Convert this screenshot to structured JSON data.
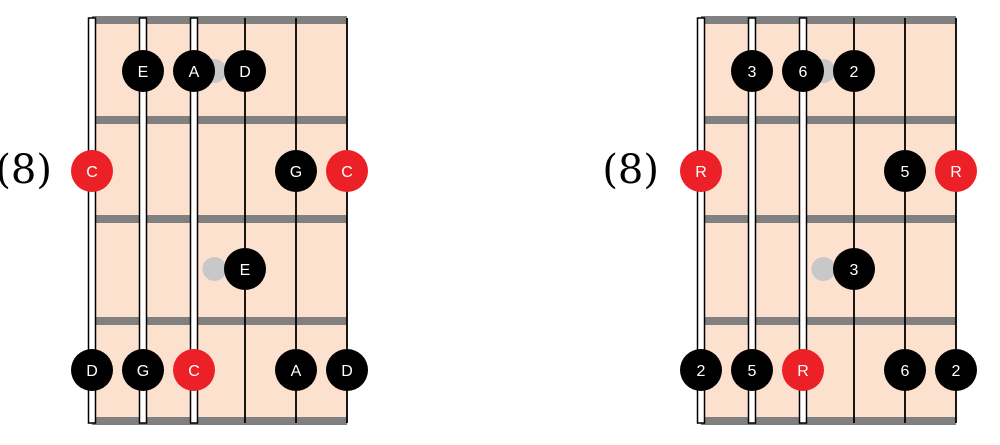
{
  "colors": {
    "fretboard": "#fde1cf",
    "fret": "#808080",
    "string": "#000000",
    "note_dot": "#000000",
    "root_dot": "#ec2027",
    "ghost_dot": "#c8c8c8",
    "dot_text": "#ffffff"
  },
  "diagrams": [
    {
      "fret_label": "(8)",
      "rows": [
        {
          "notes": [
            {
              "s": 2,
              "t": "E"
            },
            {
              "s": 3,
              "t": "A"
            },
            {
              "s": 4,
              "t": "D"
            }
          ],
          "ghosts": [
            {
              "s": 3.4
            }
          ]
        },
        {
          "notes": [
            {
              "s": 1,
              "t": "C",
              "root": true
            },
            {
              "s": 5,
              "t": "G"
            },
            {
              "s": 6,
              "t": "C",
              "root": true
            }
          ],
          "ghosts": []
        },
        {
          "notes": [
            {
              "s": 4,
              "t": "E"
            }
          ],
          "ghosts": [
            {
              "s": 3.4
            }
          ]
        },
        {
          "notes": [
            {
              "s": 1,
              "t": "D"
            },
            {
              "s": 2,
              "t": "G"
            },
            {
              "s": 3,
              "t": "C",
              "root": true
            },
            {
              "s": 5,
              "t": "A"
            },
            {
              "s": 6,
              "t": "D"
            }
          ],
          "ghosts": []
        }
      ]
    },
    {
      "fret_label": "(8)",
      "rows": [
        {
          "notes": [
            {
              "s": 2,
              "t": "3"
            },
            {
              "s": 3,
              "t": "6"
            },
            {
              "s": 4,
              "t": "2"
            }
          ],
          "ghosts": [
            {
              "s": 3.4
            }
          ]
        },
        {
          "notes": [
            {
              "s": 1,
              "t": "R",
              "root": true
            },
            {
              "s": 5,
              "t": "5"
            },
            {
              "s": 6,
              "t": "R",
              "root": true
            }
          ],
          "ghosts": []
        },
        {
          "notes": [
            {
              "s": 4,
              "t": "3"
            }
          ],
          "ghosts": [
            {
              "s": 3.4
            }
          ]
        },
        {
          "notes": [
            {
              "s": 1,
              "t": "2"
            },
            {
              "s": 2,
              "t": "5"
            },
            {
              "s": 3,
              "t": "R",
              "root": true
            },
            {
              "s": 5,
              "t": "6"
            },
            {
              "s": 6,
              "t": "2"
            }
          ],
          "ghosts": []
        }
      ]
    }
  ]
}
